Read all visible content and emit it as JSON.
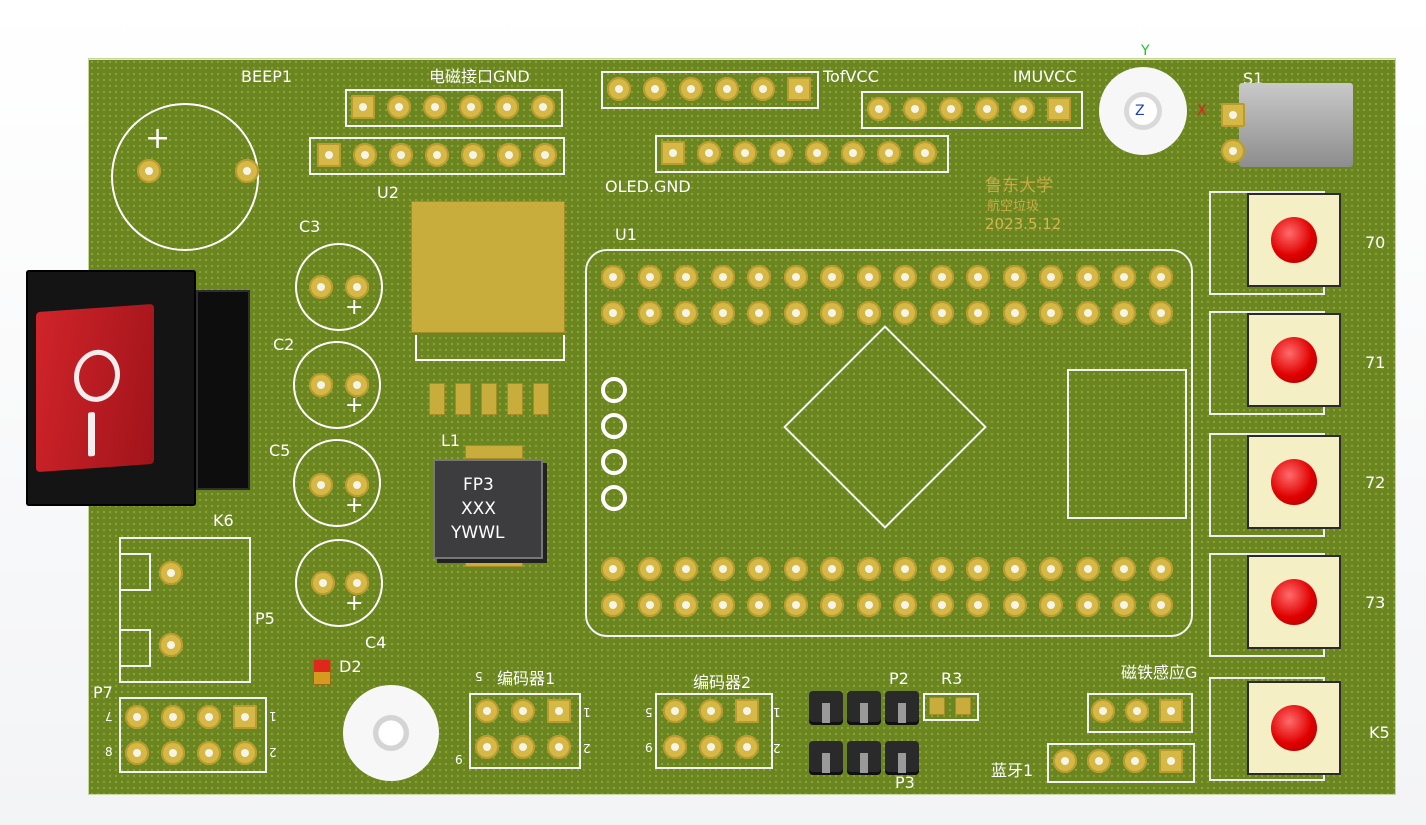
{
  "labels": {
    "beep1": "BEEP1",
    "emag_port_gnd": "电磁接口GND",
    "tofvcc": "TofVCC",
    "imuvcc": "IMUVCC",
    "s1": "S1",
    "u2": "U2",
    "oled_gnd": "OLED.GND",
    "u1": "U1",
    "c3": "C3",
    "c2": "C2",
    "c5": "C5",
    "c4": "C4",
    "l1": "L1",
    "k6": "K6",
    "p5": "P5",
    "d2": "D2",
    "p7": "P7",
    "encoder1": "编码器1",
    "encoder2": "编码器2",
    "p2": "P2",
    "r3": "R3",
    "p3": "P3",
    "magnet_sensor": "磁铁感应G",
    "bluetooth": "蓝牙1",
    "btn70": "70",
    "btn71": "71",
    "btn72": "72",
    "btn73": "73",
    "k5": "K5",
    "plus": "+",
    "pin1": "1",
    "pin2": "2",
    "pin5": "5",
    "pin6": "6",
    "pin7": "7",
    "pin8": "8",
    "axis_y": "Y",
    "axis_x": "X",
    "axis_z": "Z"
  },
  "inductor_marking": {
    "line1": "FP3",
    "line2": "XXX",
    "line3": "YWWL"
  },
  "logo": {
    "line1": "鲁东大学",
    "line2": "航空垃圾",
    "date": "2023.5.12"
  },
  "switch": {
    "symbol": "O I"
  },
  "colors": {
    "board": "#6f8a22",
    "silkscreen": "#ffffff",
    "pad": "#d6b846",
    "button_cap": "#e00000",
    "switch_red": "#c0161b"
  }
}
